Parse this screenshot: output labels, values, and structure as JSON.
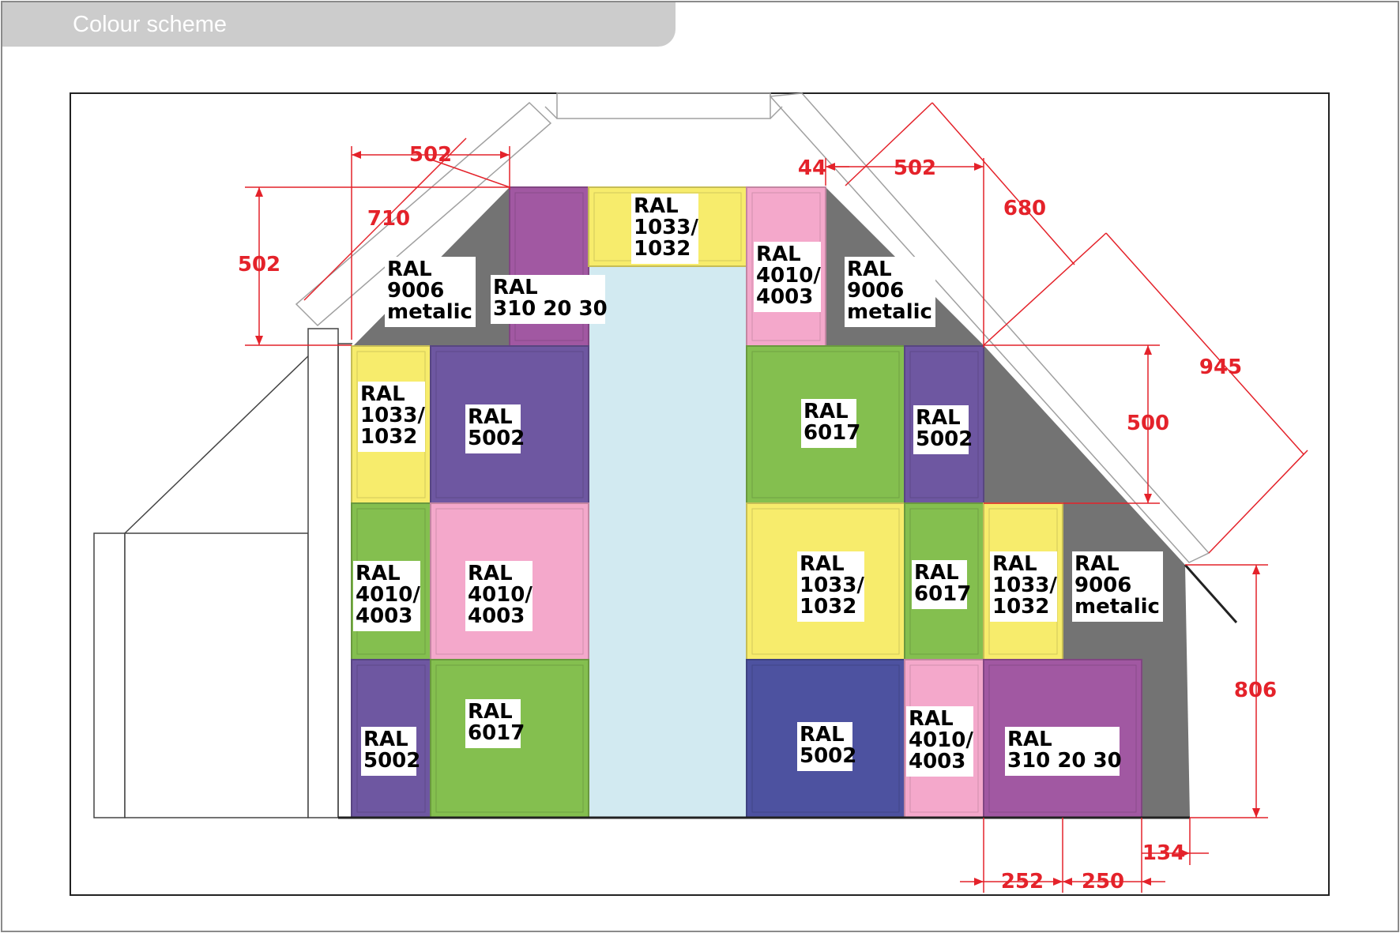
{
  "header": {
    "title": "Colour scheme"
  },
  "colors": {
    "grey_9006": "#737373",
    "yellow_1033": "#f7ec6c",
    "violet_310": "#a158a2",
    "pink_4010": "#f4a8cb",
    "purple_5002": "#6e57a1",
    "navy_5002": "#4d52a0",
    "green_6017": "#84bf4f",
    "light_blue": "#d2eaf1",
    "dimension_red": "#e4222a"
  },
  "panels": [
    {
      "id": "gable-left",
      "lines": [
        "RAL",
        "9006",
        "metalic"
      ]
    },
    {
      "id": "gable-right",
      "lines": [
        "RAL",
        "9006",
        "metalic"
      ]
    },
    {
      "id": "top-violet",
      "lines": [
        "RAL",
        "310 20 30"
      ]
    },
    {
      "id": "top-yellow",
      "lines": [
        "RAL",
        "1033/",
        "1032"
      ]
    },
    {
      "id": "top-pink",
      "lines": [
        "RAL",
        "4010/",
        "4003"
      ]
    },
    {
      "id": "r1-yellow-left",
      "lines": [
        "RAL",
        "1033/",
        "1032"
      ]
    },
    {
      "id": "r1-purple-left",
      "lines": [
        "RAL",
        "5002"
      ]
    },
    {
      "id": "r1-green-right",
      "lines": [
        "RAL",
        "6017"
      ]
    },
    {
      "id": "r1-purple-right",
      "lines": [
        "RAL",
        "5002"
      ]
    },
    {
      "id": "r2-green-left",
      "lines": [
        "RAL",
        "4010/",
        "4003"
      ]
    },
    {
      "id": "r2-pink-left",
      "lines": [
        "RAL",
        "4010/",
        "4003"
      ]
    },
    {
      "id": "r2-yellow-right",
      "lines": [
        "RAL",
        "1033/",
        "1032"
      ]
    },
    {
      "id": "r2-green-right",
      "lines": [
        "RAL",
        "6017"
      ]
    },
    {
      "id": "r2-yellow-far-right",
      "lines": [
        "RAL",
        "1033/",
        "1032"
      ]
    },
    {
      "id": "r2-grey-right",
      "lines": [
        "RAL",
        "9006",
        "metalic"
      ]
    },
    {
      "id": "r3-purple-left",
      "lines": [
        "RAL",
        "5002"
      ]
    },
    {
      "id": "r3-green-left",
      "lines": [
        "RAL",
        "6017"
      ]
    },
    {
      "id": "r3-navy-right",
      "lines": [
        "RAL",
        "5002"
      ]
    },
    {
      "id": "r3-pink-right",
      "lines": [
        "RAL",
        "4010/",
        "4003"
      ]
    },
    {
      "id": "r3-violet-right",
      "lines": [
        "RAL",
        "310 20 30"
      ]
    }
  ],
  "dimensions": {
    "top_left_width": "502",
    "left_slope": "710",
    "left_height": "502",
    "top_gap": "44",
    "top_right_width": "502",
    "right_upper_slope": "680",
    "right_lower_slope": "945",
    "right_mid_height": "500",
    "right_low_height": "806",
    "right_overhang": "134",
    "bottom_a": "252",
    "bottom_b": "250"
  }
}
